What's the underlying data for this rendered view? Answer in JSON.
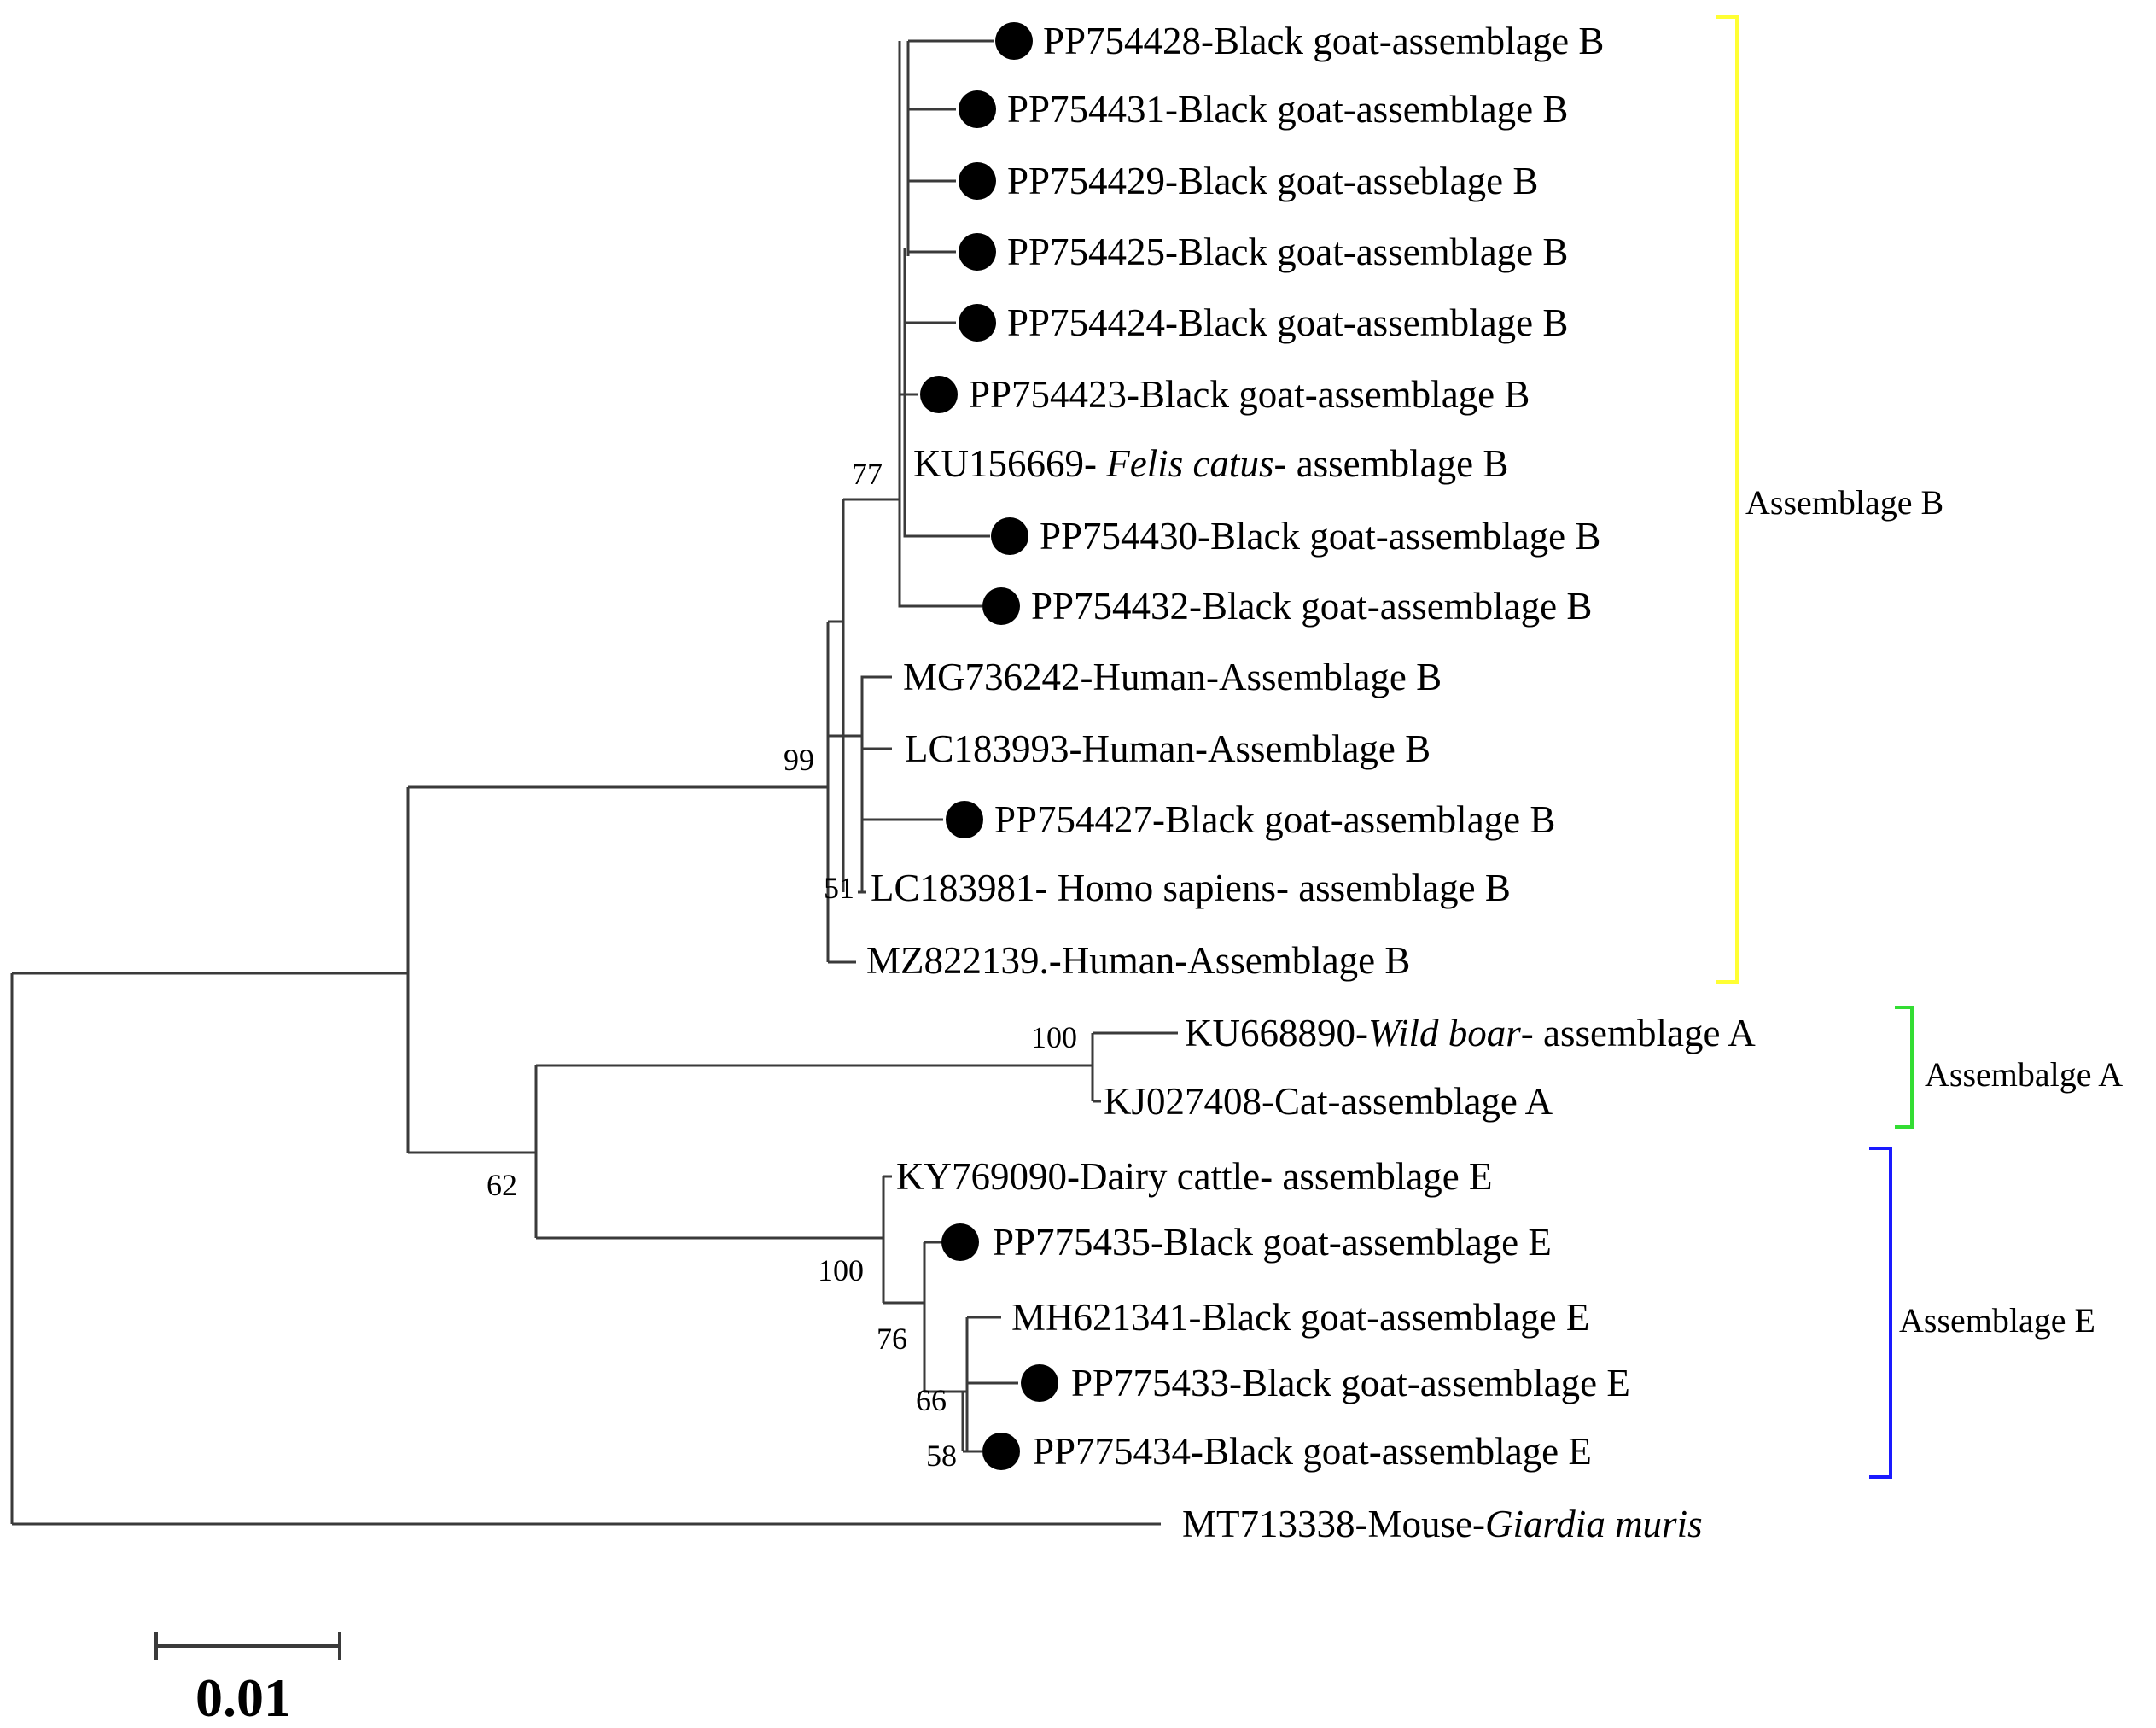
{
  "taxa": [
    {
      "id": "t1",
      "parts": [
        "PP754428-Black goat-assemblage B"
      ],
      "marker": true
    },
    {
      "id": "t2",
      "parts": [
        "PP754431-Black goat-assemblage B"
      ],
      "marker": true
    },
    {
      "id": "t3",
      "parts": [
        "PP754429-Black goat-asseblage B"
      ],
      "marker": true
    },
    {
      "id": "t4",
      "parts": [
        "PP754425-Black goat-assemblage B"
      ],
      "marker": true
    },
    {
      "id": "t5",
      "parts": [
        "PP754424-Black goat-assemblage B"
      ],
      "marker": true
    },
    {
      "id": "t6",
      "parts": [
        "PP754423-Black goat-assemblage B"
      ],
      "marker": true
    },
    {
      "id": "t7",
      "parts": [
        "KU156669- ",
        "Felis catus",
        "- assemblage B"
      ],
      "italic_part": 1,
      "marker": false
    },
    {
      "id": "t8",
      "parts": [
        "PP754430-Black goat-assemblage B"
      ],
      "marker": true
    },
    {
      "id": "t9",
      "parts": [
        "PP754432-Black goat-assemblage B"
      ],
      "marker": true
    },
    {
      "id": "t10",
      "parts": [
        "MG736242-Human-Assemblage B"
      ],
      "marker": false
    },
    {
      "id": "t11",
      "parts": [
        "LC183993-Human-Assemblage B"
      ],
      "marker": false
    },
    {
      "id": "t12",
      "parts": [
        "PP754427-Black goat-assemblage B"
      ],
      "marker": true
    },
    {
      "id": "t13",
      "parts": [
        "LC183981- Homo sapiens- assemblage B"
      ],
      "marker": false
    },
    {
      "id": "t14",
      "parts": [
        "MZ822139.-Human-Assemblage B"
      ],
      "marker": false
    },
    {
      "id": "t15",
      "parts": [
        "KU668890-",
        "Wild boar",
        "- assemblage A"
      ],
      "italic_part": 1,
      "marker": false
    },
    {
      "id": "t16",
      "parts": [
        "KJ027408-Cat-assemblage A"
      ],
      "marker": false
    },
    {
      "id": "t17",
      "parts": [
        "KY769090-Dairy cattle- assemblage E"
      ],
      "marker": false
    },
    {
      "id": "t18",
      "parts": [
        "PP775435-Black goat-assemblage E"
      ],
      "marker": true
    },
    {
      "id": "t19",
      "parts": [
        "MH621341-Black goat-assemblage E"
      ],
      "marker": false
    },
    {
      "id": "t20",
      "parts": [
        "PP775433-Black goat-assemblage E"
      ],
      "marker": true
    },
    {
      "id": "t21",
      "parts": [
        "PP775434-Black goat-assemblage E"
      ],
      "marker": true
    },
    {
      "id": "t22",
      "parts": [
        "MT713338-Mouse-",
        "Giardia muris"
      ],
      "italic_part": 1,
      "marker": false
    }
  ],
  "support_values": [
    {
      "id": "s77",
      "value": "77"
    },
    {
      "id": "s99",
      "value": "99"
    },
    {
      "id": "s51",
      "value": "51"
    },
    {
      "id": "s100a",
      "value": "100"
    },
    {
      "id": "s62",
      "value": "62"
    },
    {
      "id": "s100e",
      "value": "100"
    },
    {
      "id": "s76",
      "value": "76"
    },
    {
      "id": "s66",
      "value": "66"
    },
    {
      "id": "s58",
      "value": "58"
    }
  ],
  "groups": [
    {
      "id": "gB",
      "label": "Assemblage B",
      "color": "#ffff33"
    },
    {
      "id": "gA",
      "label": "Assembalge A",
      "color": "#33dd33"
    },
    {
      "id": "gE",
      "label": "Assemblage E",
      "color": "#1a1aff"
    }
  ],
  "scale_bar": {
    "label": "0.01"
  }
}
